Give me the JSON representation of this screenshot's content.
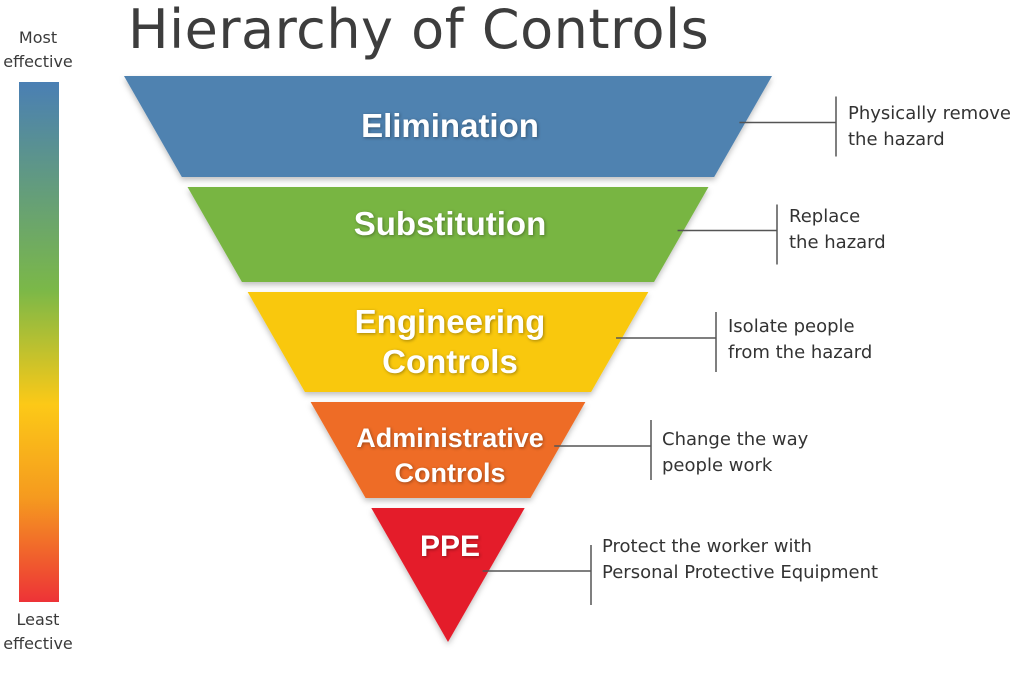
{
  "title": "Hierarchy of Controls",
  "scale": {
    "top_label_line1": "Most",
    "top_label_line2": "effective",
    "bottom_label_line1": "Least",
    "bottom_label_line2": "effective",
    "gradient_colors": [
      "#4a7fb4",
      "#7bb848",
      "#fcc917",
      "#f59a1f",
      "#ed3337"
    ]
  },
  "levels": [
    {
      "label_line1": "Elimination",
      "label_line2": "",
      "color": "#4f82b0",
      "description_line1": "Physically remove",
      "description_line2": "the hazard"
    },
    {
      "label_line1": "Substitution",
      "label_line2": "",
      "color": "#78b542",
      "description_line1": "Replace",
      "description_line2": "the hazard"
    },
    {
      "label_line1": "Engineering",
      "label_line2": "Controls",
      "color": "#f9c80e",
      "description_line1": "Isolate people",
      "description_line2": "from the hazard"
    },
    {
      "label_line1": "Administrative",
      "label_line2": "Controls",
      "color": "#ee6c25",
      "description_line1": "Change the way",
      "description_line2": "people work"
    },
    {
      "label_line1": "PPE",
      "label_line2": "",
      "color": "#e41e2b",
      "description_line1": "Protect the worker with",
      "description_line2": "Personal Protective Equipment"
    }
  ]
}
